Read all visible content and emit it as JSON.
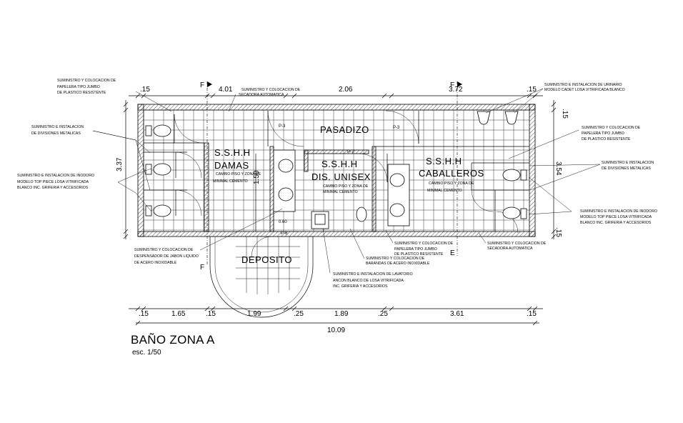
{
  "title": "BAÑO ZONA A",
  "scale": "esc. 1/50",
  "rooms": {
    "pasadizo": "PASADIZO",
    "damas_title": "S.S.H.H",
    "damas_name": "DAMAS",
    "damas_floor_a": "CAMBIO PISO Y ZONA DE",
    "damas_floor_b": "MINIMAL CEMENTO",
    "unisex_title": "S.S.H.H",
    "unisex_name": "DIS. UNISEX",
    "unisex_floor_a": "CAMBIO PISO Y ZONA DE",
    "unisex_floor_b": "MINIMAL CEMENTO",
    "caballeros_title": "S.S.H.H",
    "caballeros_name": "CABALLEROS",
    "caballeros_floor_a": "CAMBIO PISO Y ZONA DE",
    "caballeros_floor_b": "MINIMAL CEMENTO",
    "deposito": "DEPOSITO"
  },
  "doors": {
    "p3a": "P-3",
    "p3b": "P-3",
    "p7": "P-7",
    "p8": "P-8"
  },
  "dims_top": {
    "a": ".15",
    "b": "4.01",
    "c": "2.06",
    "d": "3.72",
    "e": ".15"
  },
  "dims_bottom": [
    ".15",
    "1.65",
    ".15",
    "1.99",
    ".25",
    "1.89",
    ".25",
    "3.61",
    ".15"
  ],
  "dim_total": "10.09",
  "dims_left": {
    "total": "3.37"
  },
  "dims_right": {
    "top": ".15",
    "mid": "3.54",
    "bottom": ".15"
  },
  "dims_inner": {
    "height": "1.50",
    "width": "0.60"
  },
  "section_marks": {
    "f_top": "F",
    "f_bottom": "F",
    "e_top": "F",
    "e_bottom": "E"
  },
  "notes": {
    "n1": [
      "SUMINISTRO Y COLOCACION DE",
      "PAPELERA TIPO JUMBO",
      "DE PLASTICO RESISTENTE"
    ],
    "n2": [
      "SUMINISTRO E INSTALACION",
      "DE DIVISIONES METALICAS"
    ],
    "n3": [
      "SUMINISTRO E INSTALACION DE INODORO",
      "MODELO TOP PIECE LOSA VITRIFICADA",
      "BLANCO INC. GRIFERIA Y ACCESORIOS"
    ],
    "n4": [
      "SUMINISTRO Y COLOCACION DE",
      "SECADORA AUTOMATICA"
    ],
    "n5": [
      "SUMINISTRO E INSTALACION DE URINARIO",
      "MODELO CADET LOSA VITRIFICADA BLANCO"
    ],
    "n6": [
      "SUMINISTRO Y COLOCACION DE",
      "PAPELERA TIPO JUMBO",
      "DE PLASTICO RESISTENTE"
    ],
    "n7": [
      "SUMINISTRO E INSTALACION",
      "DE DIVISIONES METALICAS"
    ],
    "n8": [
      "SUMINISTRO E INSTALACION DE INODORO",
      "MODELO TOP PIECE LOSA VITRIFICADA",
      "BLANCO INC. GRIFERIA Y ACCESORIOS"
    ],
    "n9": [
      "SUMINISTRO Y COLOCACION DE",
      "DESPENSADOR DE JABON LIQUIDO",
      "DE ACERO INOXIDABLE"
    ],
    "n10": [
      "SUMINISTRO Y COLOCACION DE",
      "PAPELERA TIPO JUMBO",
      "DE PLASTICO RESISTENTE"
    ],
    "n11": [
      "SUMINISTRO Y COLOCACION DE",
      "SECADORA AUTOMATICA"
    ],
    "n12": [
      "SUMINISTRO Y COLOCACION DE",
      "BARANDAS DE ACERO INOXIDABLE"
    ],
    "n13": [
      "SUMINISTRO E INSTALACION DE LAVATORIO",
      "ANCON BLANCO DE LOSA VITRIFICADA",
      "INC. GRIFERIA Y ACCESORIOS"
    ]
  }
}
